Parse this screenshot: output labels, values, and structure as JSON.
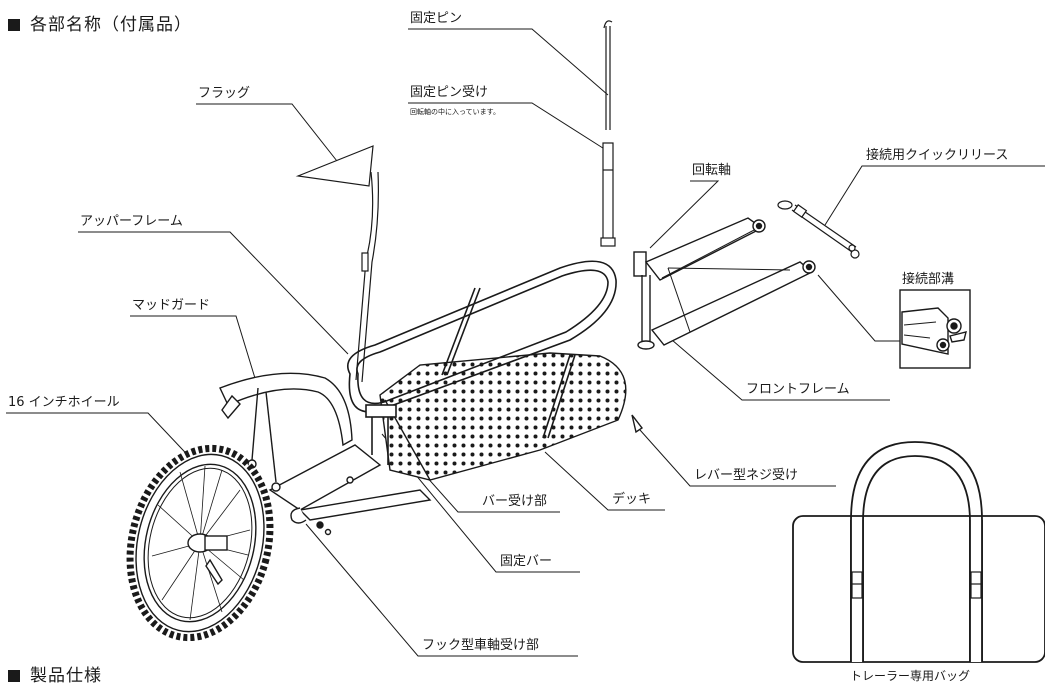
{
  "headings": {
    "parts": "各部名称（付属品）",
    "specs": "製品仕様"
  },
  "labels": {
    "fixed_pin": "固定ピン",
    "fixed_pin_receiver": "固定ピン受け",
    "fixed_pin_receiver_note": "回転軸の中に入っています。",
    "flag": "フラッグ",
    "rotation_axis": "回転軸",
    "quick_release": "接続用クイックリリース",
    "upper_frame": "アッパーフレーム",
    "connection_groove": "接続部溝",
    "mudguard": "マッドガード",
    "front_frame": "フロントフレーム",
    "wheel_16": "16 インチホイール",
    "lever_nut_receiver": "レバー型ネジ受け",
    "deck": "デッキ",
    "bar_receiver": "バー受け部",
    "fixed_bar": "固定バー",
    "hook_axle_receiver": "フック型車軸受け部"
  },
  "bag_caption": "トレーラー専用バッグ",
  "colors": {
    "ink": "#1a1a1a",
    "paper": "#ffffff",
    "deck_fill": "#f2f2f2"
  }
}
